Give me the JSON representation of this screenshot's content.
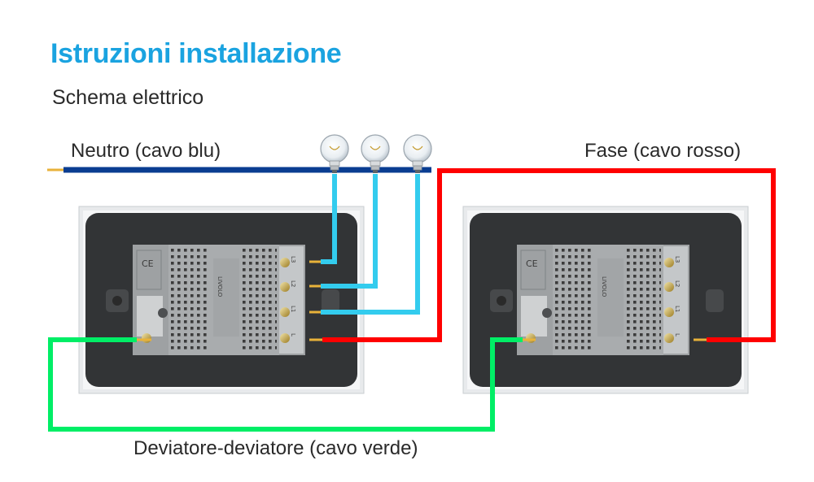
{
  "header": {
    "title": "Istruzioni installazione",
    "subtitle": "Schema elettrico"
  },
  "labels": {
    "neutral": "Neutro (cavo blu)",
    "phase": "Fase (cavo rosso)",
    "traveler": "Deviatore-deviatore (cavo verde)"
  },
  "wire_colors": {
    "neutral": "#0a3d91",
    "phase": "#ff0000",
    "traveler": "#00ee66",
    "load": "#33ccee"
  },
  "bulbs": [
    "lamp-1",
    "lamp-2",
    "lamp-3"
  ],
  "switch_terminals": [
    "L3",
    "L2",
    "L1",
    "L"
  ],
  "module_marks": {
    "ce": "CE",
    "brand": "LIVOLO"
  }
}
